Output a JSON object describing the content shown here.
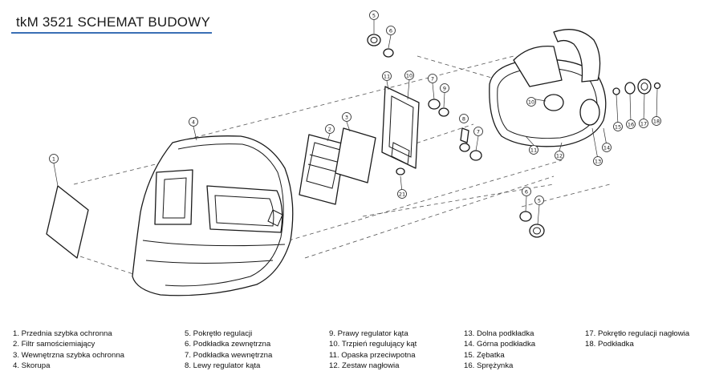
{
  "title": "tkM 3521 SCHEMAT BUDOWY",
  "callouts": [
    "1",
    "2",
    "3",
    "4",
    "5",
    "6",
    "7",
    "8",
    "9",
    "10",
    "11",
    "12",
    "13",
    "14",
    "15",
    "16",
    "17",
    "18"
  ],
  "legend": {
    "col1": [
      "1. Przednia szybka ochronna",
      "2. Filtr samościemiający",
      "3. Wewnętrzna szybka ochronna",
      "4. Skorupa"
    ],
    "col2": [
      "5. Pokrętło regulacji",
      "6. Podkładka zewnętrzna",
      "7. Podkładka wewnętrzna",
      "8. Lewy regulator kąta"
    ],
    "col3": [
      "9. Prawy regulator kąta",
      "10. Trzpień regulujący kąt",
      "11. Opaska przeciwpotna",
      "12. Zestaw nagłowia"
    ],
    "col4": [
      "13. Dolna podkładka",
      "14. Górna podkładka",
      "15. Zębatka",
      "16. Sprężynka"
    ],
    "col5": [
      "17. Pokrętło regulacji nagłowia",
      "18. Podkładka"
    ]
  }
}
